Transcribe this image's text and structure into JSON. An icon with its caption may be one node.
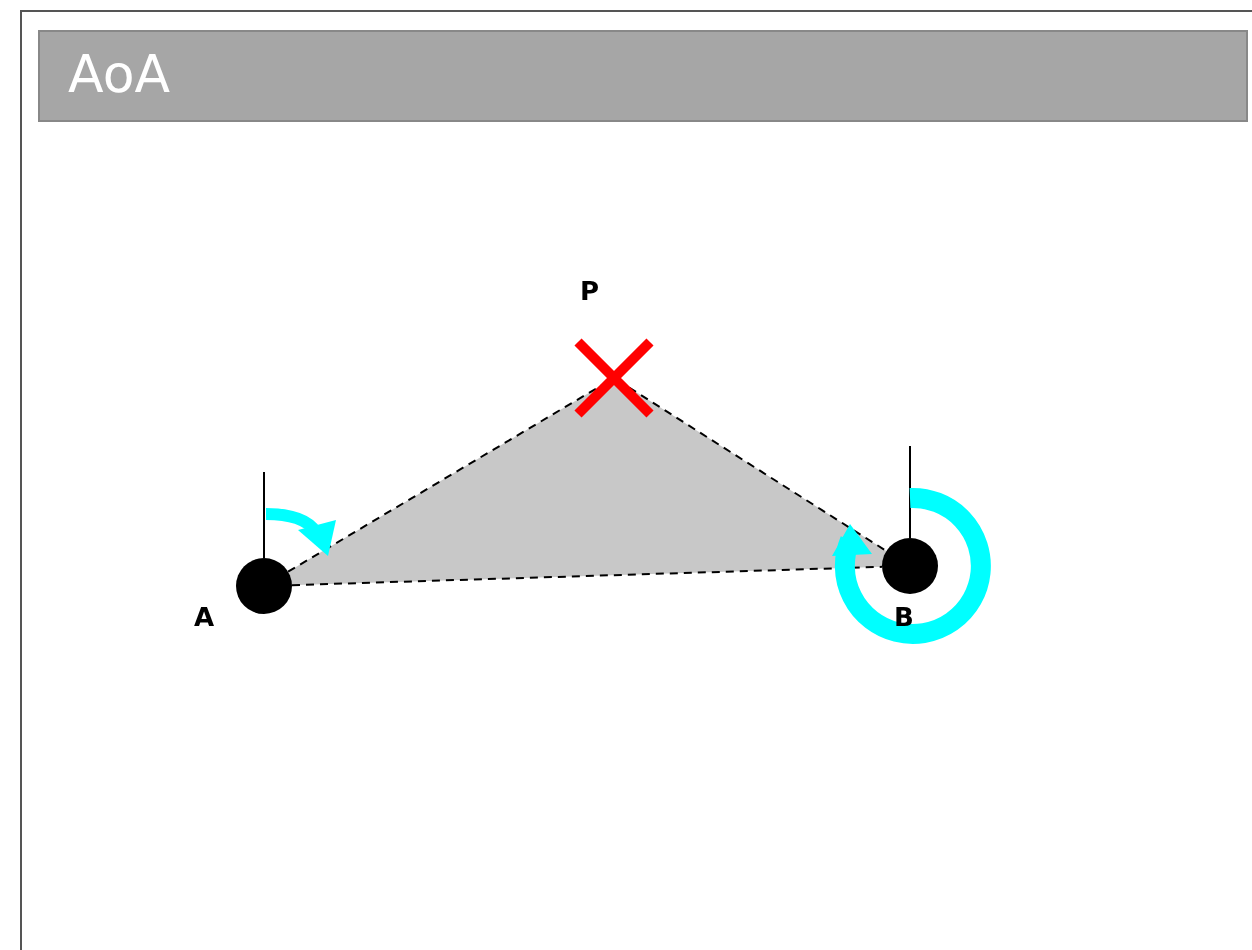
{
  "diagram": {
    "title": "AoA",
    "nodes": [
      {
        "text": [],
        "shape": "circle",
        "beside": [
          "A"
        ]
      },
      {
        "text": [],
        "shape": "cross",
        "beside": [
          "P"
        ]
      },
      {
        "text": [],
        "shape": "circle",
        "beside": [
          "B"
        ]
      }
    ],
    "edges": [
      {
        "from": 0,
        "to": 1,
        "arrow": "none",
        "style": "dashed"
      },
      {
        "from": 1,
        "to": 2,
        "arrow": "none",
        "style": "dashed"
      },
      {
        "from": 0,
        "to": 2,
        "arrow": "none",
        "style": "dashed"
      }
    ]
  }
}
